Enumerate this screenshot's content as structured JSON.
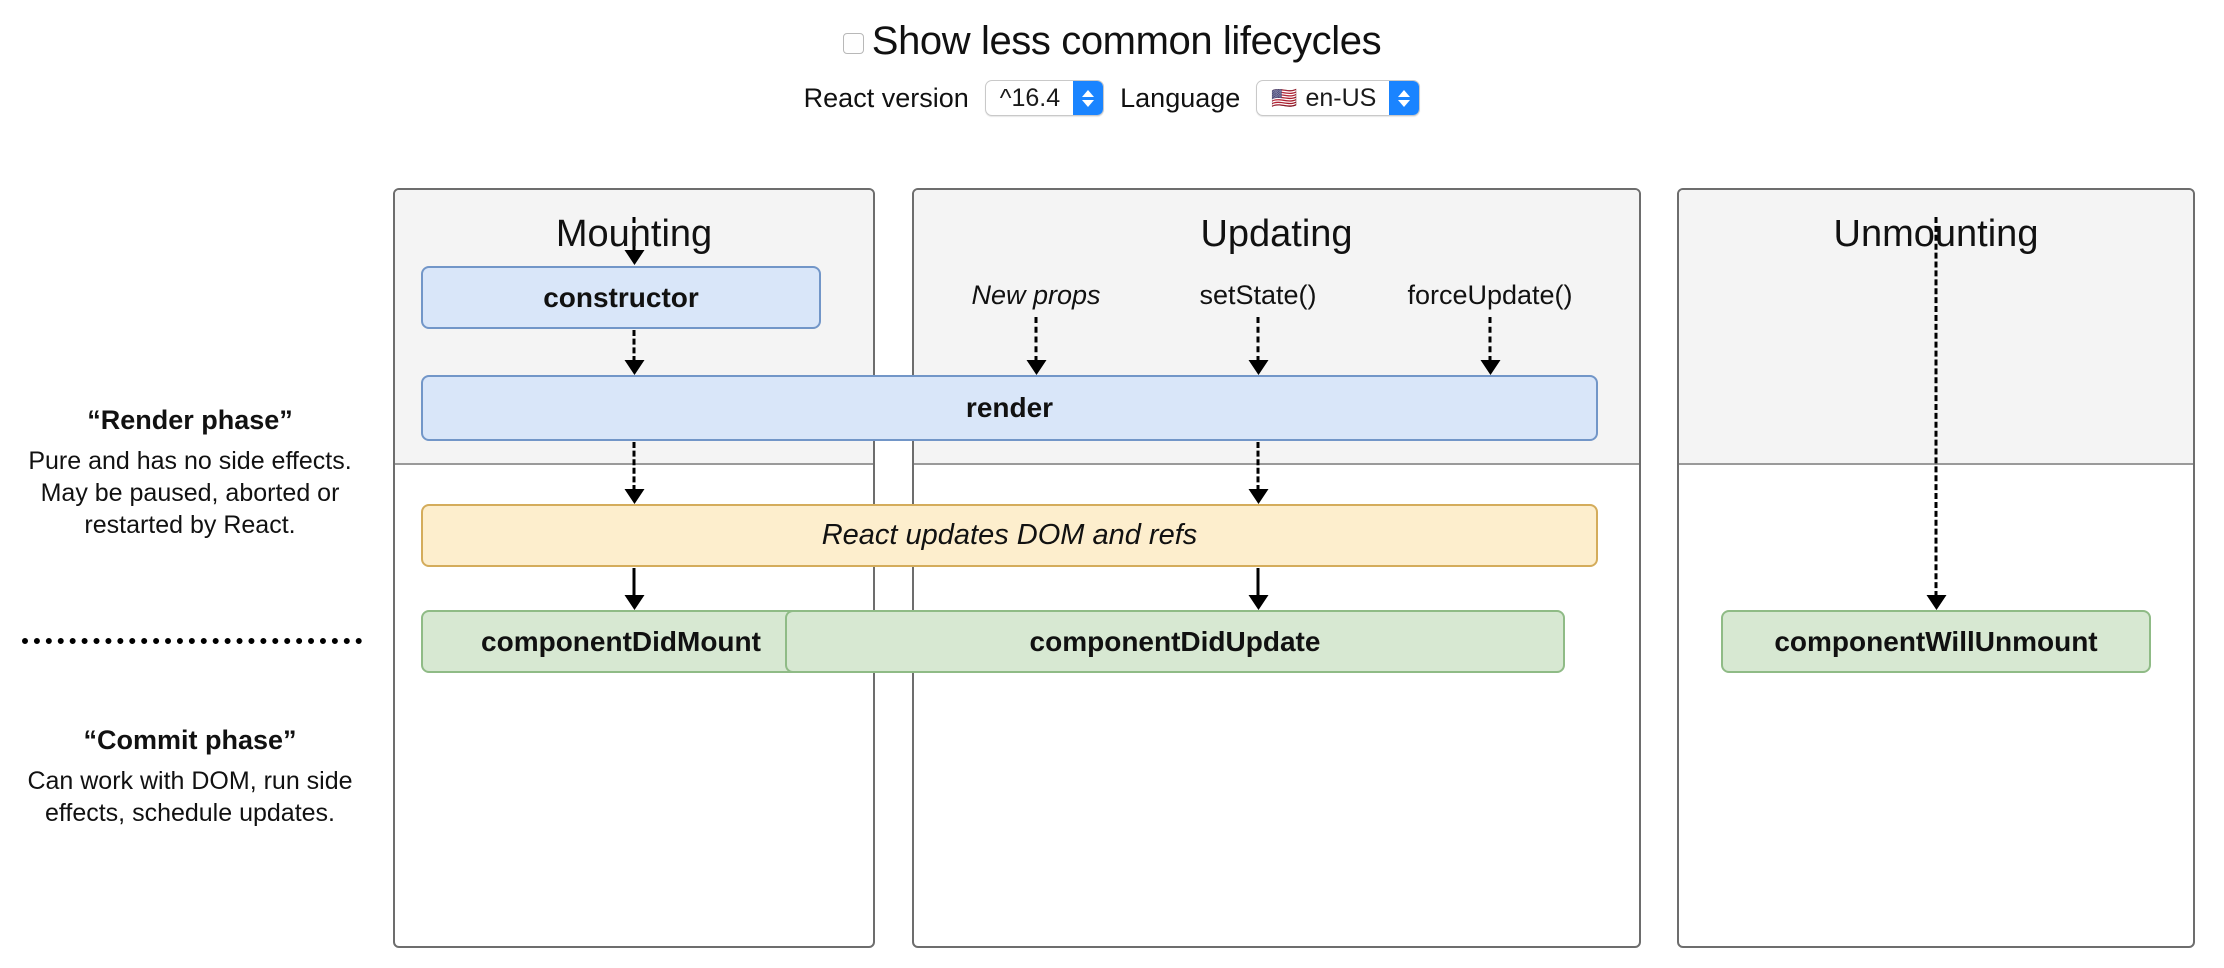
{
  "header": {
    "toggle_label": "Show less common lifecycles",
    "toggle_checked": false,
    "react_version_label": "React version",
    "react_version_value": "^16.4",
    "language_label": "Language",
    "language_flag": "🇺🇸",
    "language_value": "en-US"
  },
  "phases": [
    {
      "title": "“Render phase”",
      "body": "Pure and has no side effects. May be paused, aborted or restarted by React."
    },
    {
      "title": "“Commit phase”",
      "body": "Can work with DOM, run side effects, schedule updates."
    }
  ],
  "columns": [
    {
      "title": "Mounting"
    },
    {
      "title": "Updating"
    },
    {
      "title": "Unmounting"
    }
  ],
  "triggers": [
    {
      "label": "New props",
      "italic": true
    },
    {
      "label": "setState()",
      "italic": false
    },
    {
      "label": "forceUpdate()",
      "italic": false
    }
  ],
  "boxes": {
    "constructor": "constructor",
    "render": "render",
    "react_updates": "React updates DOM and refs",
    "component_did_mount": "componentDidMount",
    "component_did_update": "componentDidUpdate",
    "component_will_unmount": "componentWillUnmount"
  },
  "colors": {
    "render_phase_box": "#d9e6f9",
    "render_phase_border": "#7296c8",
    "commit_dom_box": "#fdeecd",
    "commit_dom_border": "#d4ac5b",
    "commit_lifecycle_box": "#d7e8d2",
    "commit_lifecycle_border": "#8fbb86",
    "panel_shade": "#f4f4f4",
    "panel_border": "#6d6d6d",
    "select_accent": "#1a84ff"
  }
}
